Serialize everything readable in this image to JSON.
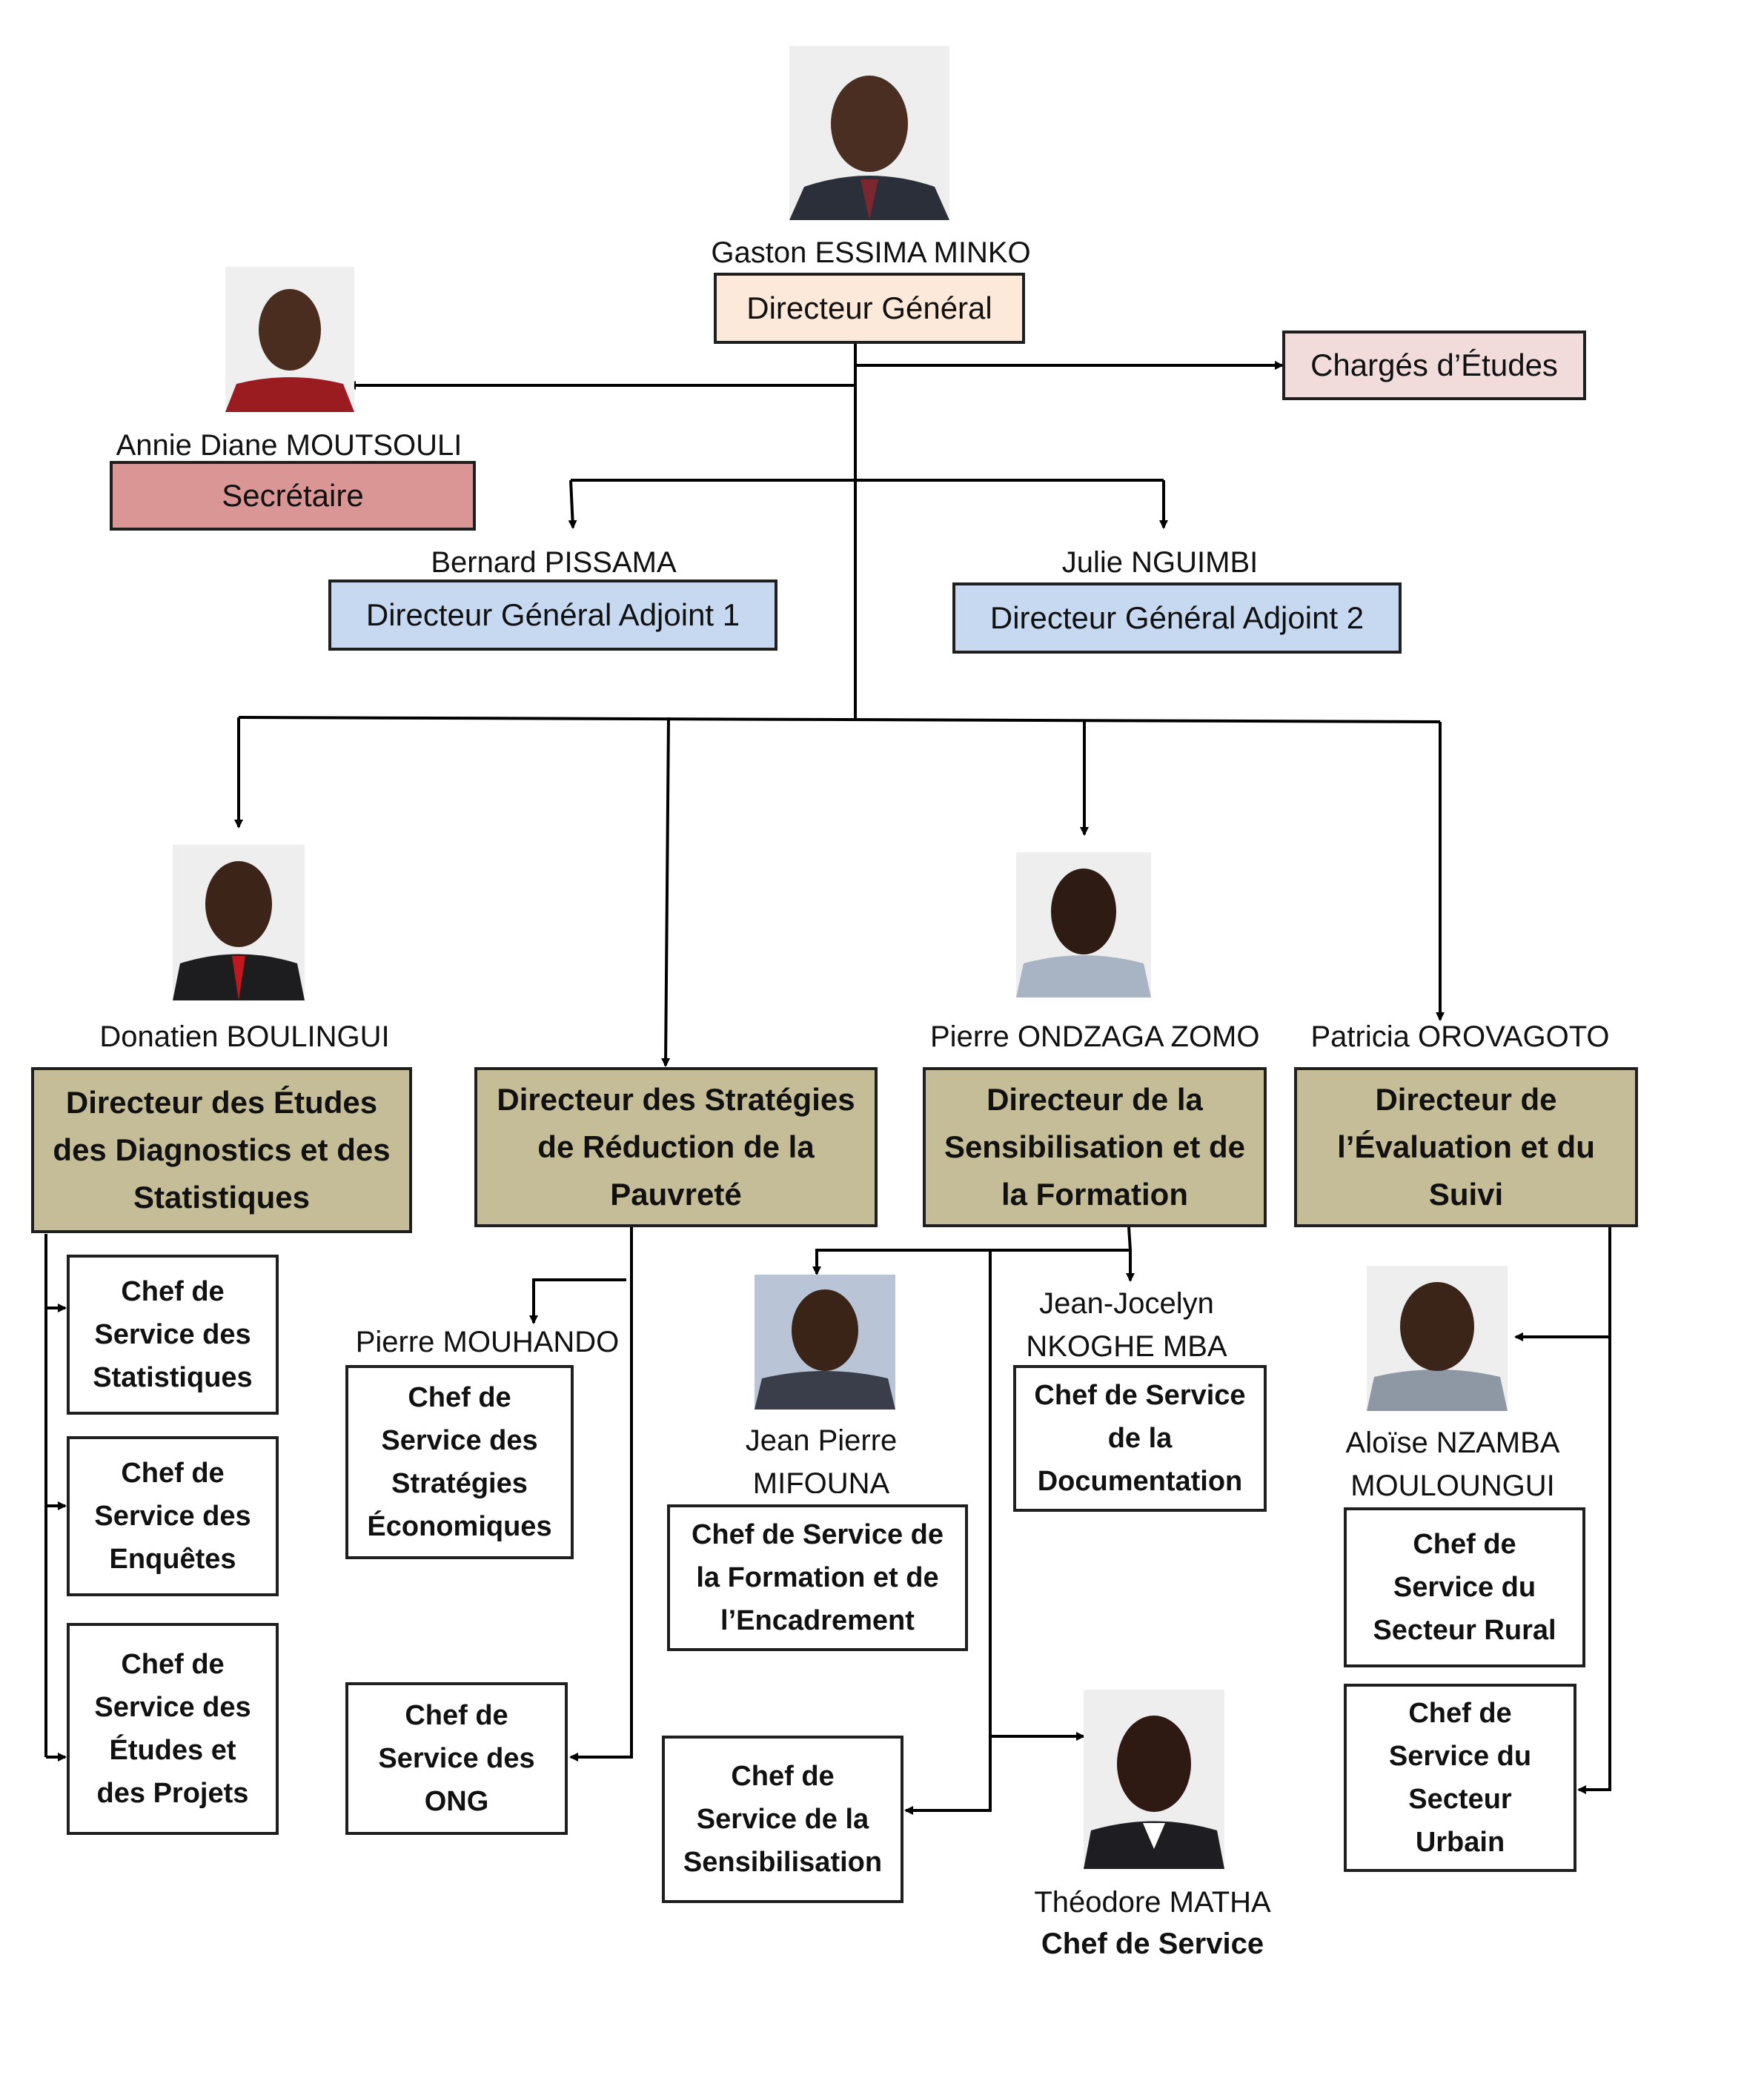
{
  "colors": {
    "dg_fill": "#fde9d9",
    "charges_fill": "#f2dcdb",
    "secretaire_fill": "#d99694",
    "adjoint_fill": "#c6d9f1",
    "director_fill": "#c4bd97",
    "line": "#000000"
  },
  "top": {
    "dg_name": "Gaston ESSIMA MINKO",
    "dg_title": "Directeur  Général",
    "charges": "Chargés d’Études",
    "secretaire_name": "Annie Diane MOUTSOULI",
    "secretaire_title": "Secrétaire",
    "adjoint1_name": "Bernard PISSAMA",
    "adjoint1_title": "Directeur  Général Adjoint 1",
    "adjoint2_name": "Julie NGUIMBI",
    "adjoint2_title": "Directeur  Général Adjoint 2"
  },
  "directors": [
    {
      "name": "Donatien BOULINGUI",
      "title": [
        "Directeur  des Études",
        "des Diagnostics et des",
        "Statistiques"
      ]
    },
    {
      "name": "",
      "title": [
        "Directeur des Stratégies",
        "de Réduction de la",
        "Pauvreté"
      ]
    },
    {
      "name": "Pierre ONDZAGA ZOMO",
      "title": [
        "Directeur  de la",
        "Sensibilisation et de",
        "la Formation"
      ]
    },
    {
      "name": "Patricia OROVAGOTO",
      "title": [
        "Directeur  de",
        "l’Évaluation et du",
        "Suivi"
      ]
    }
  ],
  "services": {
    "stat": [
      "Chef de",
      "Service des",
      "Statistiques"
    ],
    "enq": [
      "Chef de",
      "Service des",
      "Enquêtes"
    ],
    "etu": [
      "Chef de",
      "Service des",
      "Études et",
      "des Projets"
    ],
    "strat_name": "Pierre MOUHANDO",
    "strat": [
      "Chef de",
      "Service des",
      "Stratégies",
      "Économiques"
    ],
    "ong": [
      "Chef de",
      "Service des",
      "ONG"
    ],
    "form_name": [
      "Jean Pierre",
      "MIFOUNA"
    ],
    "form": [
      "Chef de Service de",
      "la Formation et de",
      "l’Encadrement"
    ],
    "sens": [
      "Chef de",
      "Service de la",
      "Sensibilisation"
    ],
    "doc_name": [
      "Jean-Jocelyn",
      "NKOGHE MBA"
    ],
    "doc": [
      "Chef de Service",
      "de la",
      "Documentation"
    ],
    "matha_name": "Théodore MATHA",
    "matha_title": "Chef de Service",
    "rural_name": [
      "Aloïse NZAMBA",
      "MOULOUNGUI"
    ],
    "rural": [
      "Chef de",
      "Service du",
      "Secteur Rural"
    ],
    "urbain": [
      "Chef de",
      "Service du",
      "Secteur",
      "Urbain"
    ]
  }
}
